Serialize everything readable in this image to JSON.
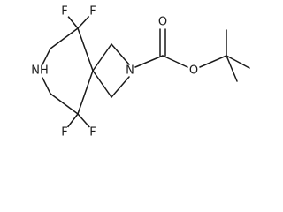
{
  "molecule": {
    "atoms": [
      {
        "id": "F1",
        "label": "F"
      },
      {
        "id": "F2",
        "label": "F"
      },
      {
        "id": "F3",
        "label": "F"
      },
      {
        "id": "F4",
        "label": "F"
      },
      {
        "id": "NH",
        "label": "NH"
      },
      {
        "id": "N",
        "label": "N"
      },
      {
        "id": "O_ester",
        "label": "O"
      },
      {
        "id": "O_carbonyl",
        "label": "O"
      }
    ]
  }
}
